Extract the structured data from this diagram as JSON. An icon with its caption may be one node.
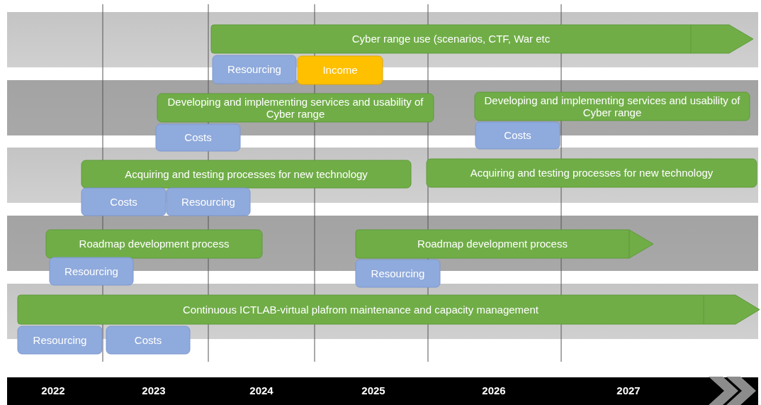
{
  "diagram": {
    "nodes": [
      {
        "text": [
          "Cyber range use (scenarios, CTF, War etc"
        ]
      },
      {
        "text": [
          "Resourcing"
        ]
      },
      {
        "text": [
          "Income"
        ]
      },
      {
        "text": [
          "Developing and implementing services and usability of Cyber range"
        ]
      },
      {
        "text": [
          "Developing and implementing services and usability of Cyber range"
        ]
      },
      {
        "text": [
          "Costs"
        ]
      },
      {
        "text": [
          "Costs"
        ]
      },
      {
        "text": [
          "Acquiring and testing processes for new technology"
        ]
      },
      {
        "text": [
          "Acquiring and testing processes for new technology"
        ]
      },
      {
        "text": [
          "Costs"
        ]
      },
      {
        "text": [
          "Resourcing"
        ]
      },
      {
        "text": [
          "Roadmap development process"
        ]
      },
      {
        "text": [
          "Roadmap development process"
        ]
      },
      {
        "text": [
          "Resourcing"
        ]
      },
      {
        "text": [
          "Resourcing"
        ]
      },
      {
        "text": [
          "Continuous ICTLAB-virtual plafrom maintenance and capacity management"
        ]
      },
      {
        "text": [
          "Resourcing"
        ]
      },
      {
        "text": [
          "Costs"
        ]
      }
    ],
    "labels": [
      "2022",
      "2023",
      "2024",
      "2025",
      "2026",
      "2027"
    ]
  }
}
